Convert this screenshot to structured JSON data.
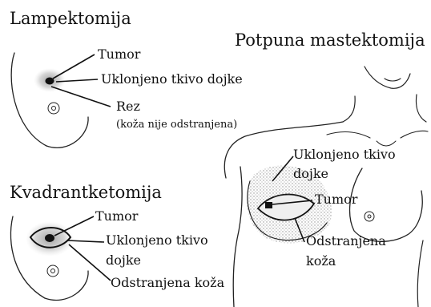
{
  "panels": {
    "lumpectomy": {
      "title": "Lampektomija",
      "tumor": "Tumor",
      "removed_tissue": "Uklonjeno tkivo dojke",
      "incision": "Rez",
      "incision_note": "(koža nije odstranjena)"
    },
    "total_mastectomy": {
      "title": "Potpuna mastektomija",
      "removed_tissue_line1": "Uklonjeno tkivo",
      "removed_tissue_line2": "dojke",
      "tumor": "Tumor",
      "removed_skin_line1": "Odstranjena",
      "removed_skin_line2": "koža"
    },
    "quadrantectomy": {
      "title": "Kvadrantketomija",
      "tumor": "Tumor",
      "removed_tissue_line1": "Uklonjeno tkivo",
      "removed_tissue_line2": "dojke",
      "removed_skin": "Odstranjena koža"
    }
  },
  "colors": {
    "ink": "#222222",
    "shading": "#bdbdbd",
    "tumor": "#111111"
  }
}
